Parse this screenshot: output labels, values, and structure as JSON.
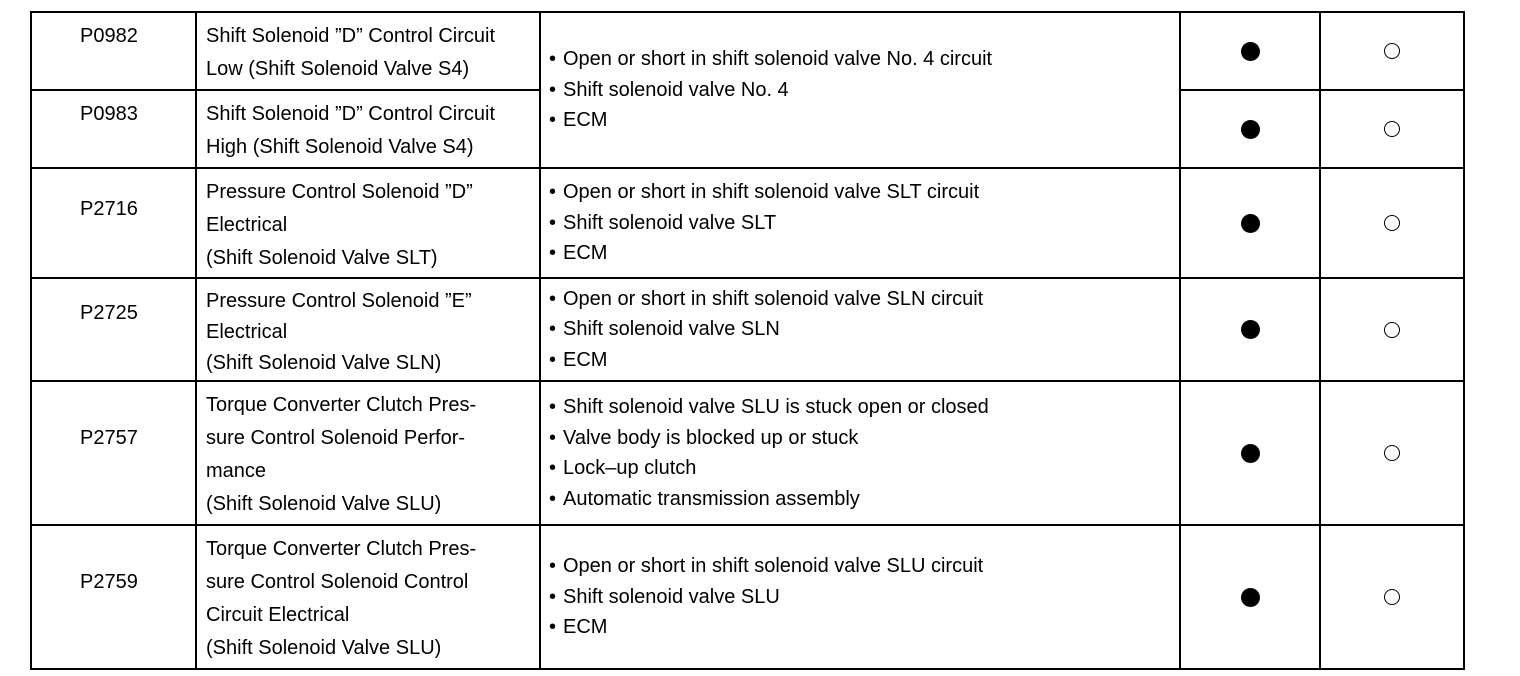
{
  "rows": [
    {
      "code": "P0982",
      "description": [
        "Shift Solenoid ”D” Control Circuit",
        "Low (Shift Solenoid Valve S4)"
      ],
      "mark1": "filled",
      "mark2": "hollow"
    },
    {
      "code": "P0983",
      "description": [
        "Shift Solenoid ”D” Control Circuit",
        "High (Shift Solenoid Valve S4)"
      ],
      "mark1": "filled",
      "mark2": "hollow"
    },
    {
      "code": "P2716",
      "description": [
        "Pressure Control Solenoid ”D”",
        "Electrical",
        "(Shift Solenoid Valve SLT)"
      ],
      "mark1": "filled",
      "mark2": "hollow"
    },
    {
      "code": "P2725",
      "description": [
        "Pressure Control Solenoid ”E”",
        "Electrical",
        "(Shift Solenoid Valve SLN)"
      ],
      "mark1": "filled",
      "mark2": "hollow"
    },
    {
      "code": "P2757",
      "description": [
        "Torque Converter Clutch Pres-",
        "sure Control Solenoid Perfor-",
        "mance",
        "(Shift Solenoid Valve SLU)"
      ],
      "mark1": "filled",
      "mark2": "hollow"
    },
    {
      "code": "P2759",
      "description": [
        "Torque Converter Clutch Pres-",
        "sure Control Solenoid Control",
        "Circuit Electrical",
        "(Shift Solenoid Valve SLU)"
      ],
      "mark1": "filled",
      "mark2": "hollow"
    }
  ],
  "causes": [
    [
      "Open or short in shift solenoid valve No. 4 circuit",
      "Shift solenoid valve No. 4",
      "ECM"
    ],
    [
      "Open or short in shift solenoid valve SLT circuit",
      "Shift solenoid valve SLT",
      "ECM"
    ],
    [
      "Open or short in shift solenoid valve SLN circuit",
      "Shift solenoid valve SLN",
      "ECM"
    ],
    [
      "Shift solenoid valve SLU is stuck open or closed",
      "Valve body is blocked up or stuck",
      "Lock–up clutch",
      "Automatic transmission assembly"
    ],
    [
      "Open or short in shift solenoid valve SLU circuit",
      "Shift solenoid valve SLU",
      "ECM"
    ]
  ],
  "bullet_char": "•"
}
